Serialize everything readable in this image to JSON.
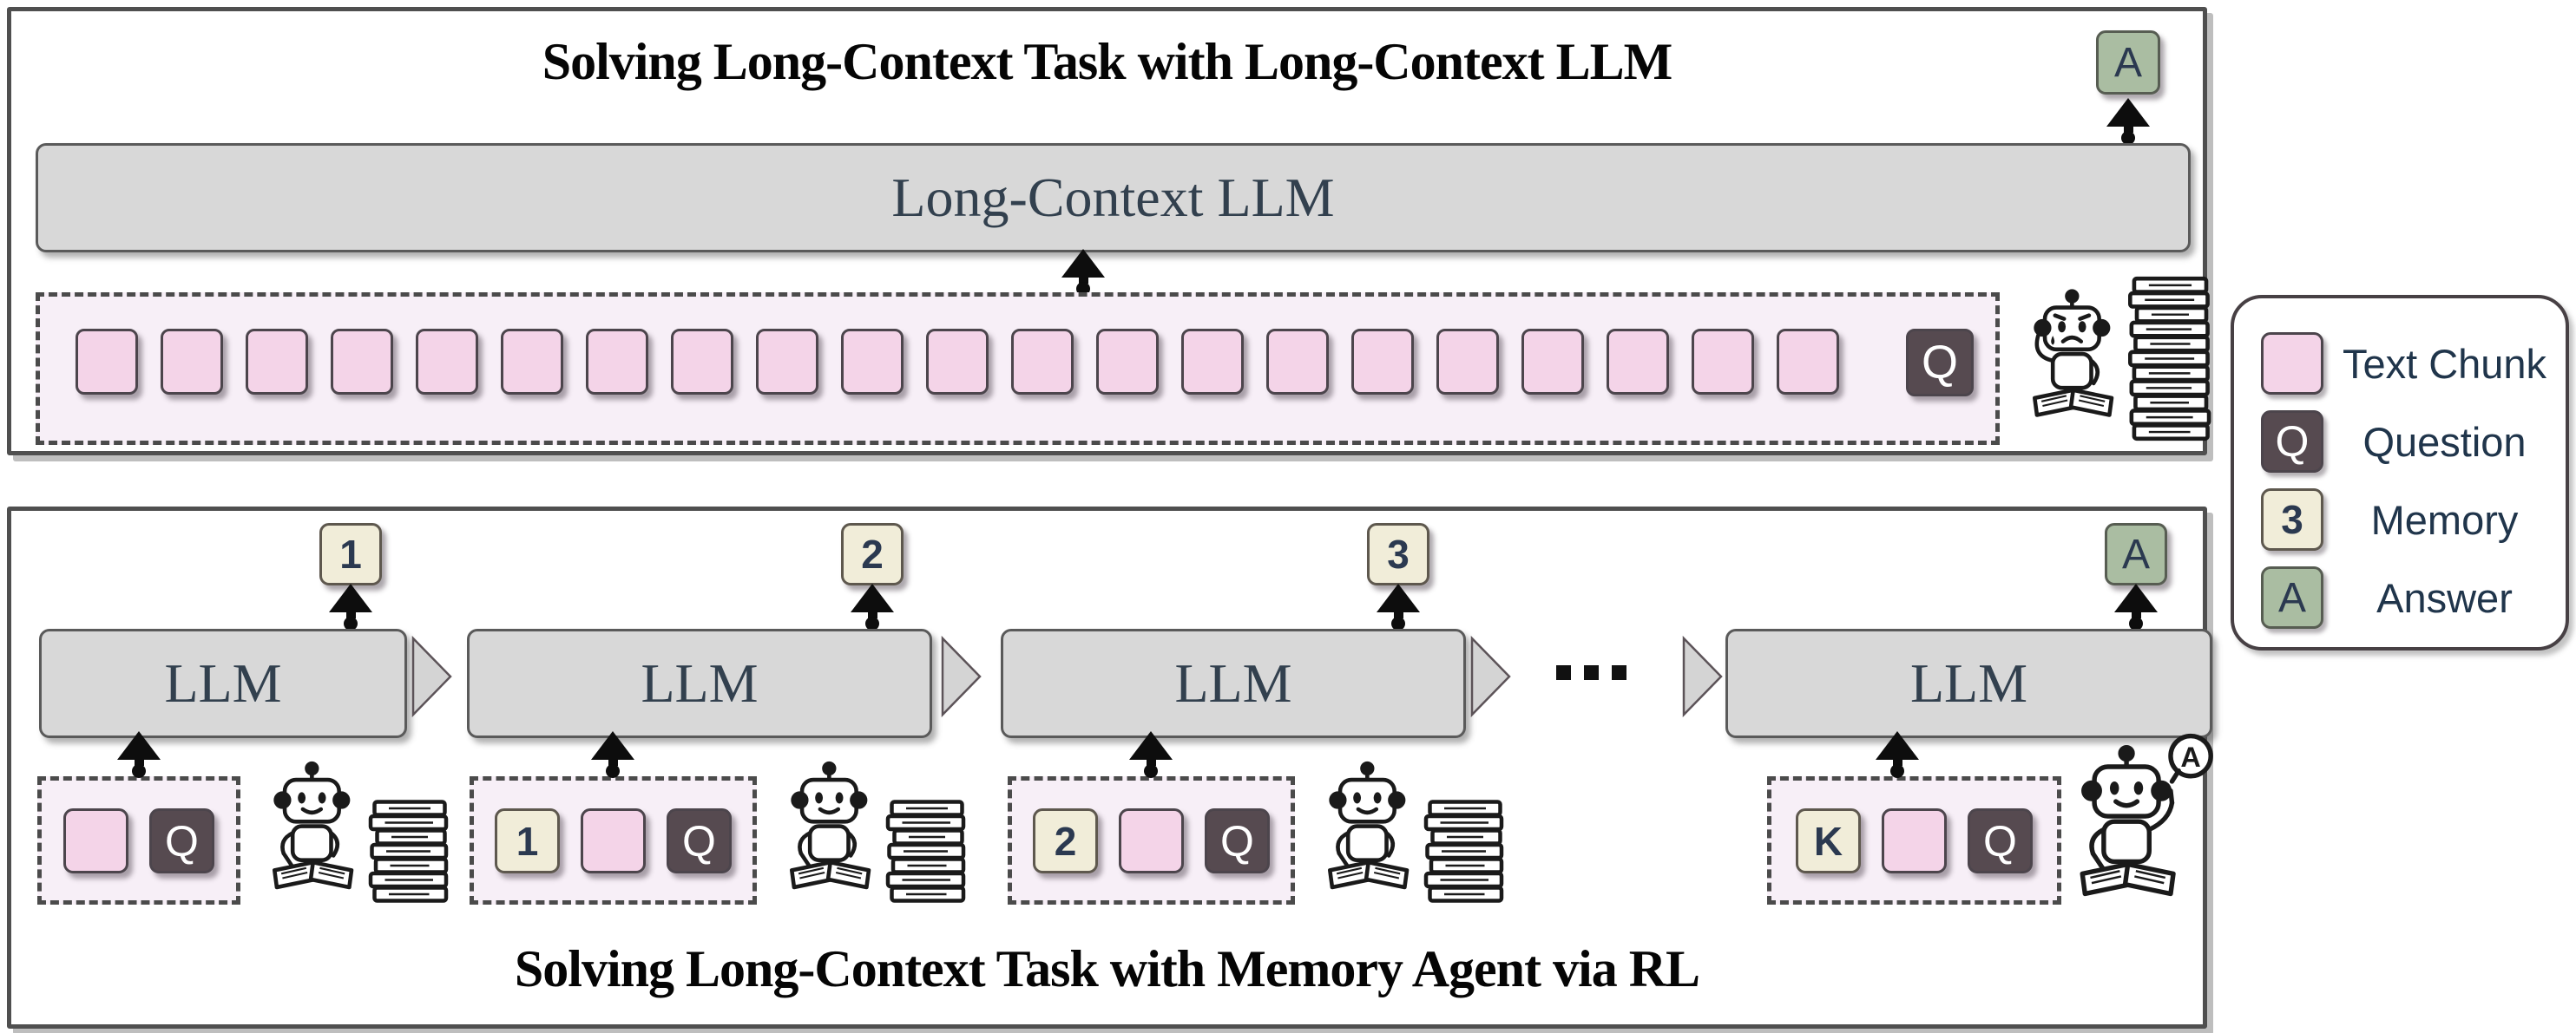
{
  "colors": {
    "text_chunk": "#f4d4e8",
    "question": "#564a50",
    "memory": "#f1edd9",
    "answer": "#aabda2",
    "llm_box": "#d8d8d8",
    "llm_text": "#32404e",
    "panel_border": "#4f4f4f"
  },
  "icons": {
    "arrow": "up-arrow-icon",
    "flow": "right-triangle-icon",
    "robot_top": "overwhelmed-robot-reading-icon",
    "robot_writing": "happy-robot-writing-icon",
    "robot_answer": "happy-robot-answer-icon",
    "books": "book-stack-icon"
  },
  "top_panel": {
    "title": "Solving Long-Context Task with Long-Context LLM",
    "llm_label": "Long-Context LLM",
    "answer_label": "A",
    "question_label": "Q",
    "chunk_count": 21
  },
  "bottom_panel": {
    "title": "Solving Long-Context Task with Memory Agent via RL",
    "ellipsis": "···",
    "robot_bubble_label": "A",
    "units": [
      {
        "llm_label": "LLM",
        "output_label": "1",
        "output_type": "memory",
        "inputs": [
          {
            "type": "chunk",
            "label": ""
          },
          {
            "type": "question",
            "label": "Q"
          }
        ]
      },
      {
        "llm_label": "LLM",
        "output_label": "2",
        "output_type": "memory",
        "inputs": [
          {
            "type": "memory",
            "label": "1"
          },
          {
            "type": "chunk",
            "label": ""
          },
          {
            "type": "question",
            "label": "Q"
          }
        ]
      },
      {
        "llm_label": "LLM",
        "output_label": "3",
        "output_type": "memory",
        "inputs": [
          {
            "type": "memory",
            "label": "2"
          },
          {
            "type": "chunk",
            "label": ""
          },
          {
            "type": "question",
            "label": "Q"
          }
        ]
      },
      {
        "llm_label": "LLM",
        "output_label": "A",
        "output_type": "answer",
        "inputs": [
          {
            "type": "memory",
            "label": "K"
          },
          {
            "type": "chunk",
            "label": ""
          },
          {
            "type": "question",
            "label": "Q"
          }
        ]
      }
    ]
  },
  "legend": {
    "items": [
      {
        "symbol": "",
        "type": "chunk",
        "label": "Text Chunk"
      },
      {
        "symbol": "Q",
        "type": "question",
        "label": "Question"
      },
      {
        "symbol": "3",
        "type": "memory",
        "label": "Memory"
      },
      {
        "symbol": "A",
        "type": "answer",
        "label": "Answer"
      }
    ]
  }
}
